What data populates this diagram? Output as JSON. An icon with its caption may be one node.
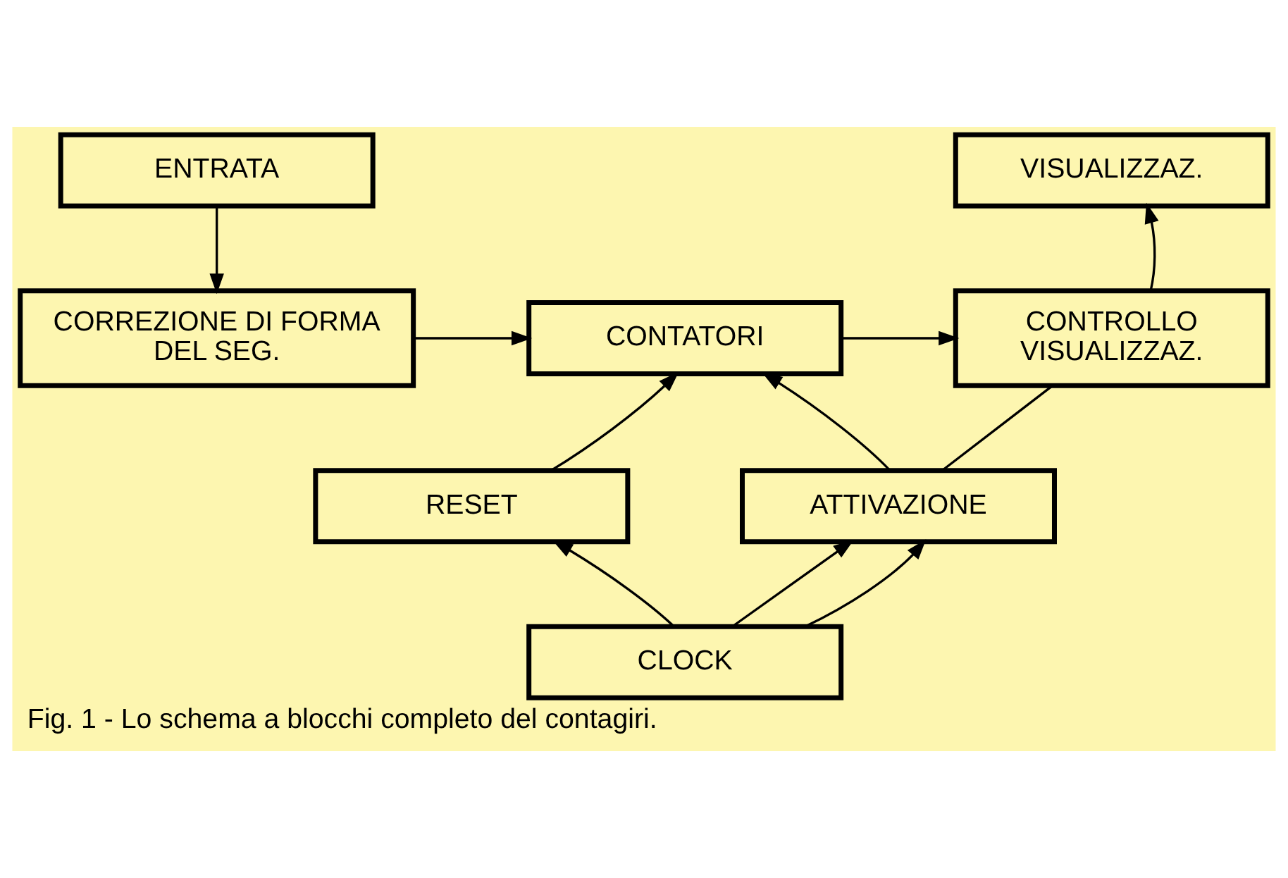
{
  "diagram": {
    "caption": "Fig. 1 - Lo schema a blocchi completo del contagiri.",
    "nodes": [
      {
        "text": [
          "ENTRATA"
        ]
      },
      {
        "text": [
          "VISUALIZZAZ."
        ]
      },
      {
        "text": [
          "CORREZIONE DI FORMA DEL SEG."
        ]
      },
      {
        "text": [
          "CONTATORI"
        ]
      },
      {
        "text": [
          "CONTROLLO VISUALIZZAZ."
        ]
      },
      {
        "text": [
          "RESET"
        ]
      },
      {
        "text": [
          "ATTIVAZIONE"
        ]
      },
      {
        "text": [
          "CLOCK"
        ]
      }
    ],
    "edges": [
      {
        "from": 0,
        "to": 2,
        "arrow": "to"
      },
      {
        "from": 2,
        "to": 3,
        "arrow": "to"
      },
      {
        "from": 3,
        "to": 4,
        "arrow": "to"
      },
      {
        "from": 4,
        "to": 1,
        "arrow": "to"
      },
      {
        "from": 5,
        "to": 3,
        "arrow": "to"
      },
      {
        "from": 6,
        "to": 3,
        "arrow": "to"
      },
      {
        "from": 4,
        "to": 6,
        "arrow": "none"
      },
      {
        "from": 7,
        "to": 5,
        "arrow": "to"
      },
      {
        "from": 7,
        "to": 6,
        "arrow": "to"
      },
      {
        "from": 7,
        "to": 6,
        "arrow": "to"
      }
    ]
  }
}
